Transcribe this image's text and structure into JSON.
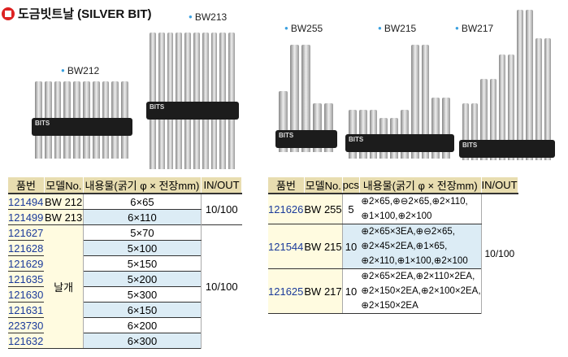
{
  "title": "도금빗트날 (SILVER BIT)",
  "sets": [
    {
      "label": "BW212"
    },
    {
      "label": "BW213"
    },
    {
      "label": "BW255"
    },
    {
      "label": "BW215"
    },
    {
      "label": "BW217"
    }
  ],
  "holder_text": "BITS",
  "left_table": {
    "headers": [
      "품번",
      "모델No.",
      "내용물(굵기 φ × 전장mm)",
      "IN/OUT"
    ],
    "rows": [
      {
        "code": "121494",
        "model": "BW 212",
        "content": "6×65"
      },
      {
        "code": "121499",
        "model": "BW 213",
        "content": "6×110"
      },
      {
        "code": "121627",
        "content": "5×70"
      },
      {
        "code": "121628",
        "content": "5×100"
      },
      {
        "code": "121629",
        "content": "5×150"
      },
      {
        "code": "121635",
        "content": "5×200"
      },
      {
        "code": "121630",
        "content": "5×300"
      },
      {
        "code": "121631",
        "content": "6×150"
      },
      {
        "code": "223730",
        "content": "6×200"
      },
      {
        "code": "121632",
        "content": "6×300"
      }
    ],
    "group_model": "날개",
    "inout1": "10/100",
    "inout2": "10/100"
  },
  "right_table": {
    "headers": [
      "품번",
      "모델No.",
      "pcs",
      "내용물(굵기 φ × 전장mm)",
      "IN/OUT"
    ],
    "rows": [
      {
        "code": "121626",
        "model": "BW 255",
        "pcs": "5",
        "lines": [
          "⊕2×65,⊕⊖2×65,⊕2×110,",
          "⊕1×100,⊕2×100"
        ]
      },
      {
        "code": "121544",
        "model": "BW 215",
        "pcs": "10",
        "lines": [
          "⊕2×65×3EA,⊕⊖2×65,",
          "⊕2×45×2EA,⊕1×65,",
          "⊕2×110,⊕1×100,⊕2×100"
        ]
      },
      {
        "code": "121625",
        "model": "BW 217",
        "pcs": "10",
        "lines": [
          "⊕2×65×2EA,⊕2×110×2EA,",
          "⊕2×150×2EA,⊕2×100×2EA,",
          "⊕2×150×2EA"
        ]
      }
    ],
    "inout": "10/100"
  }
}
